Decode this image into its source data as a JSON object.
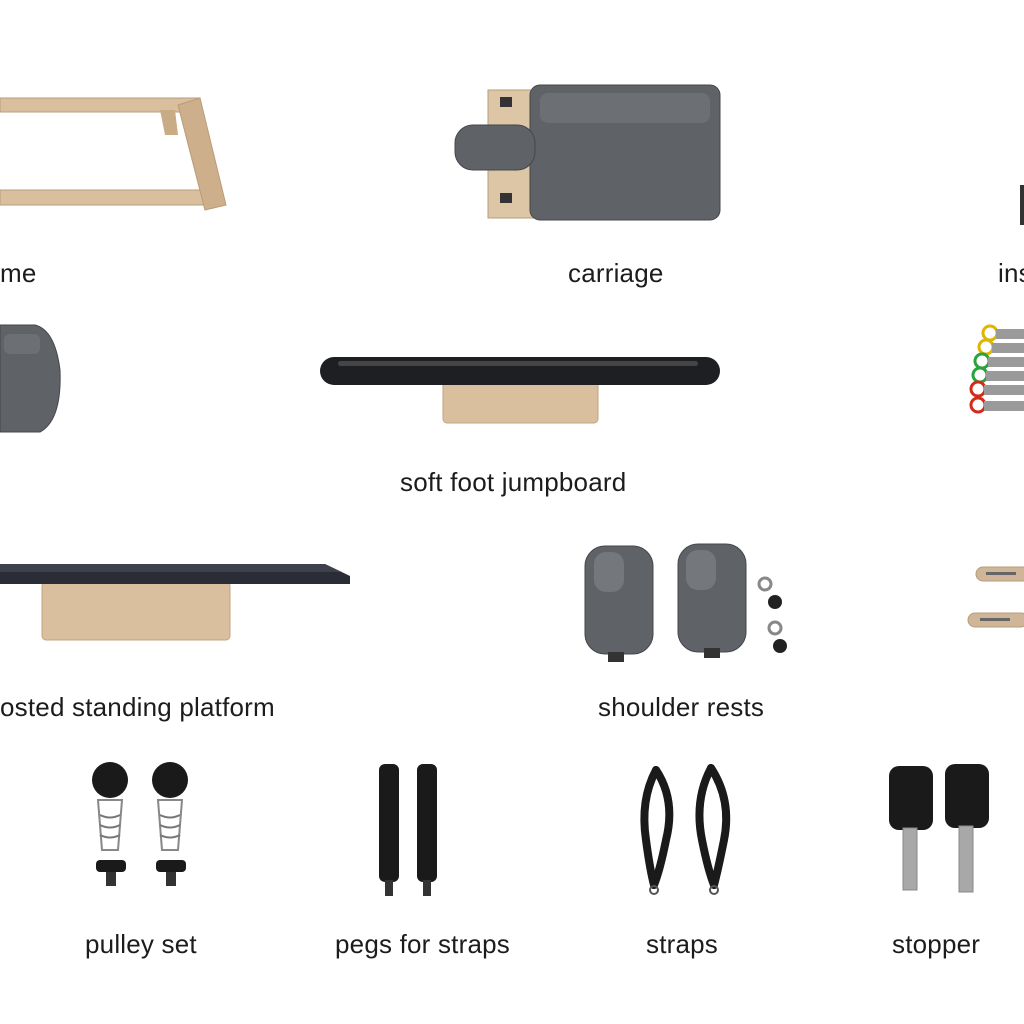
{
  "parts": {
    "frame": {
      "label": "me"
    },
    "carriage": {
      "label": "carriage"
    },
    "instruction": {
      "label": "ins"
    },
    "jumpboard": {
      "label": "soft foot jumpboard"
    },
    "platform": {
      "label": "osted standing platform"
    },
    "shoulder_rests": {
      "label": "shoulder rests"
    },
    "pulley_set": {
      "label": "pulley set"
    },
    "pegs": {
      "label": "pegs for straps"
    },
    "straps": {
      "label": "straps"
    },
    "stopper": {
      "label": "stopper"
    }
  },
  "colors": {
    "wood": "#d9bf9d",
    "upholstery": "#5f6267",
    "black": "#1a1a1a",
    "spring_rings": [
      "#e0b400",
      "#d42a1a",
      "#2aa33a"
    ]
  }
}
